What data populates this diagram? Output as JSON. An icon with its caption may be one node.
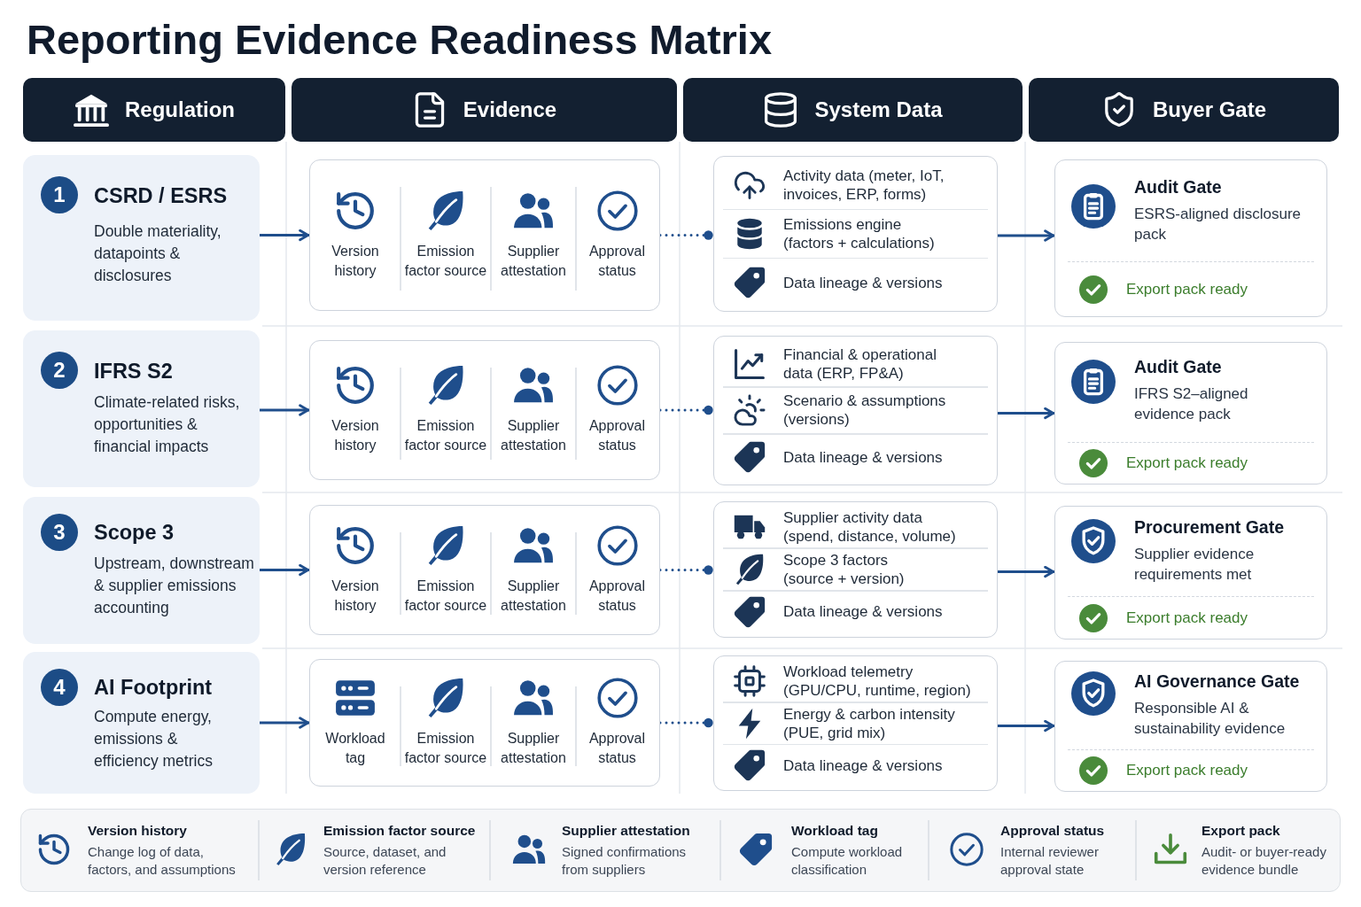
{
  "diagram": {
    "title": "Reporting Evidence Readiness Matrix",
    "nodes": [
      {
        "text": [
          "Regulation"
        ]
      },
      {
        "text": [
          "Evidence"
        ]
      },
      {
        "text": [
          "System Data"
        ]
      },
      {
        "text": [
          "Buyer Gate"
        ]
      },
      {
        "text": [
          "CSRD / ESRS",
          "Double materiality, datapoints & disclosures"
        ]
      },
      {
        "text": [
          "1"
        ],
        "in": 4
      },
      {
        "text": [
          "Version history",
          "Emission factor source",
          "Supplier attestation",
          "Approval status"
        ]
      },
      {
        "text": [
          "Activity data (meter, IoT, invoices, ERP, forms)",
          "Emissions engine (factors + calculations)",
          "Data lineage & versions"
        ]
      },
      {
        "text": [
          "Audit Gate",
          "ESRS-aligned disclosure pack",
          "Export pack ready"
        ]
      },
      {
        "text": [
          "IFRS S2",
          "Climate-related risks, opportunities & financial impacts"
        ]
      },
      {
        "text": [
          "2"
        ],
        "in": 9
      },
      {
        "text": [
          "Version history",
          "Emission factor source",
          "Supplier attestation",
          "Approval status"
        ]
      },
      {
        "text": [
          "Financial & operational data (ERP, FP&A)",
          "Scenario & assumptions (versions)",
          "Data lineage & versions"
        ]
      },
      {
        "text": [
          "Audit Gate",
          "IFRS S2–aligned evidence pack",
          "Export pack ready"
        ]
      },
      {
        "text": [
          "Scope 3",
          "Upstream, downstream & supplier emissions accounting"
        ]
      },
      {
        "text": [
          "3"
        ],
        "in": 14
      },
      {
        "text": [
          "Version history",
          "Emission factor source",
          "Supplier attestation",
          "Approval status"
        ]
      },
      {
        "text": [
          "Supplier activity data (spend, distance, volume)",
          "Scope 3 factors (source + version)",
          "Data lineage & versions"
        ]
      },
      {
        "text": [
          "Procurement Gate",
          "Supplier evidence requirements met",
          "Export pack ready"
        ]
      },
      {
        "text": [
          "AI Footprint",
          "Compute energy, emissions & efficiency metrics"
        ]
      },
      {
        "text": [
          "4"
        ],
        "in": 19
      },
      {
        "text": [
          "Workload tag",
          "Emission factor source",
          "Supplier attestation",
          "Approval status"
        ]
      },
      {
        "text": [
          "Workload telemetry (GPU/CPU, runtime, region)",
          "Energy & carbon intensity (PUE, grid mix)",
          "Data lineage & versions"
        ]
      },
      {
        "text": [
          "AI Governance Gate",
          "Responsible AI & sustainability evidence",
          "Export pack ready"
        ]
      },
      {
        "text": [
          "Version history",
          "Change log of data, factors, and assumptions",
          "Emission factor source",
          "Source, dataset, and version reference",
          "Supplier attestation",
          "Signed confirmations from suppliers",
          "Workload tag",
          "Compute workload classification",
          "Approval status",
          "Internal reviewer approval state",
          "Export pack",
          "Audit- or buyer-ready evidence bundle"
        ]
      }
    ],
    "edges": [
      {
        "from": 4,
        "to": 6,
        "arrow": "to"
      },
      {
        "from": 6,
        "to": 7,
        "arrow": "other",
        "style": "dashed"
      },
      {
        "from": 7,
        "to": 8,
        "arrow": "to"
      },
      {
        "from": 9,
        "to": 11,
        "arrow": "to"
      },
      {
        "from": 11,
        "to": 12,
        "arrow": "other",
        "style": "dashed"
      },
      {
        "from": 12,
        "to": 13,
        "arrow": "to"
      },
      {
        "from": 14,
        "to": 16,
        "arrow": "to"
      },
      {
        "from": 16,
        "to": 17,
        "arrow": "other",
        "style": "dashed"
      },
      {
        "from": 17,
        "to": 18,
        "arrow": "to"
      },
      {
        "from": 19,
        "to": 21,
        "arrow": "to"
      },
      {
        "from": 21,
        "to": 22,
        "arrow": "other",
        "style": "dashed"
      },
      {
        "from": 22,
        "to": 23,
        "arrow": "to"
      }
    ]
  }
}
